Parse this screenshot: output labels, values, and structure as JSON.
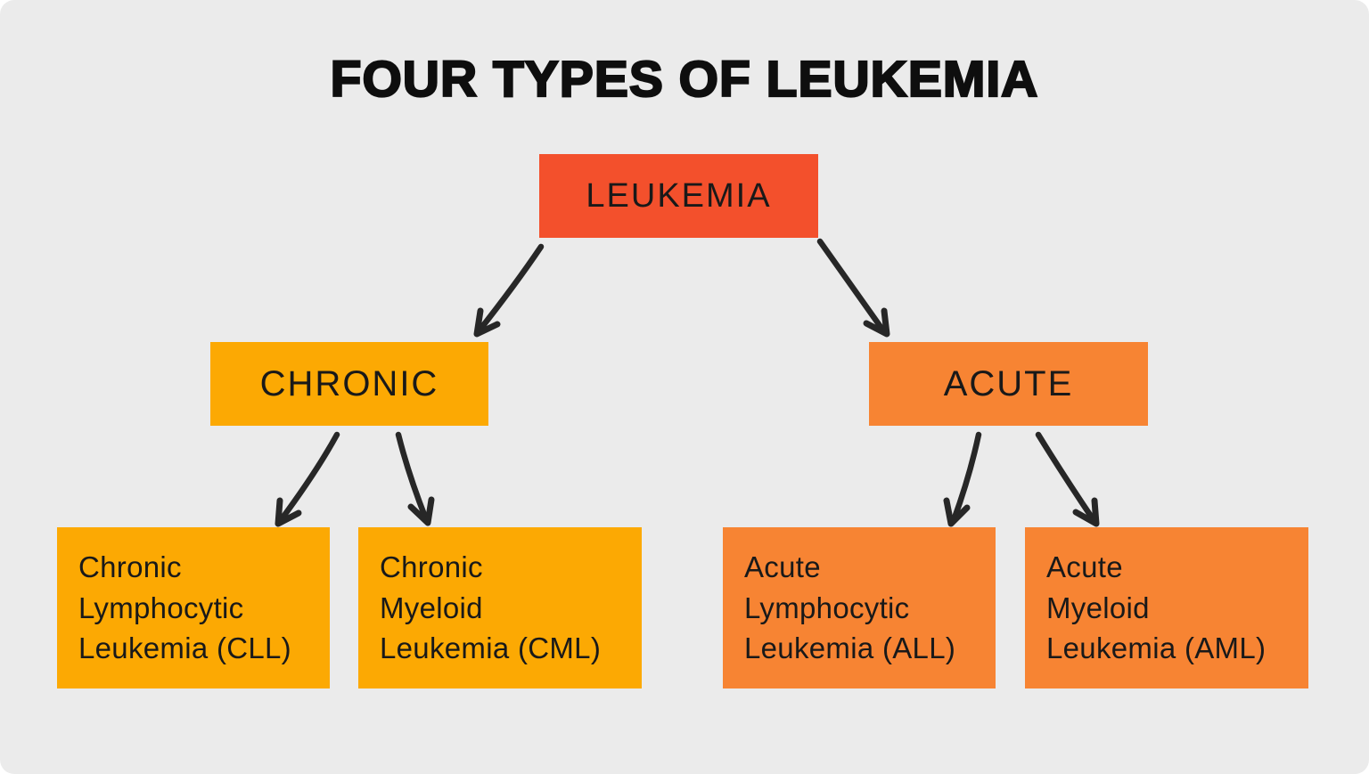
{
  "title": "FOUR TYPES OF LEUKEMIA",
  "colors": {
    "background": "#EBEBEB",
    "page": "#FFFFFF",
    "root": "#F3502C",
    "chronic": "#FCA903",
    "acute": "#F78433",
    "text": "#191919",
    "title_text": "#0E0E0E",
    "arrow": "#272727"
  },
  "tree": {
    "root": {
      "label": "LEUKEMIA"
    },
    "branches": [
      {
        "label": "CHRONIC",
        "children": [
          {
            "label": "Chronic\nLymphocytic\nLeukemia (CLL)"
          },
          {
            "label": "Chronic\nMyeloid\nLeukemia (CML)"
          }
        ]
      },
      {
        "label": "ACUTE",
        "children": [
          {
            "label": "Acute\nLymphocytic\nLeukemia (ALL)"
          },
          {
            "label": "Acute\nMyeloid\nLeukemia (AML)"
          }
        ]
      }
    ]
  }
}
